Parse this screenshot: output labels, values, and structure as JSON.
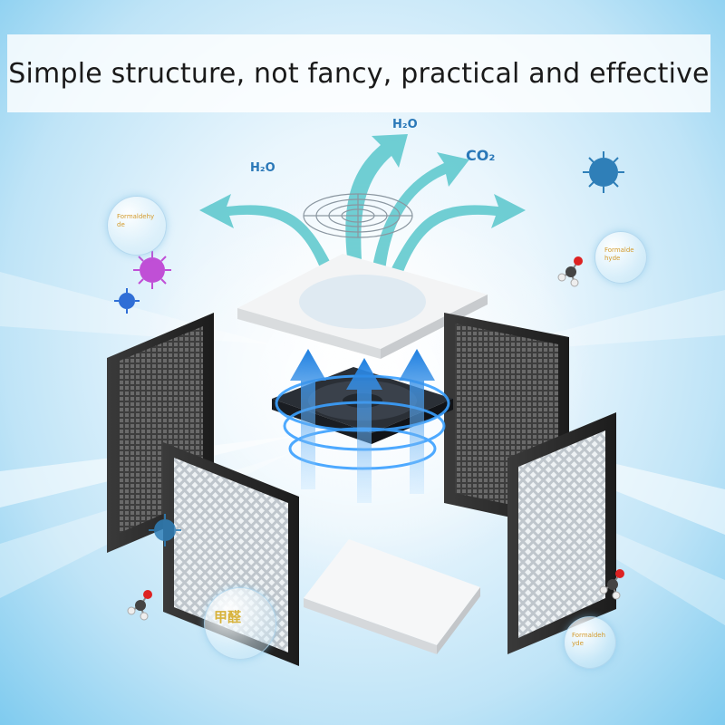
{
  "banner": {
    "text": "Simple structure, not fancy, practical and effective"
  },
  "labels": {
    "h2o_left": "H₂O",
    "h2o_top": "H₂O",
    "co2": "CO₂"
  },
  "bubbles": {
    "top_left": "Formaldehy de",
    "right": "Formalde hyde",
    "bottom_right": "Formaldeh yde",
    "bottom_left": "甲醛"
  },
  "icons": [
    "virus-icon",
    "molecule-icon",
    "fan-icon",
    "arrow-up-icon"
  ],
  "colors": {
    "arrow_blue": "#1e7fe0",
    "teal_arrow": "#4fc3c8",
    "filter_dark": "#2b2b2b",
    "virus_magenta": "#c04fd6",
    "virus_blue": "#2f6ed6"
  }
}
